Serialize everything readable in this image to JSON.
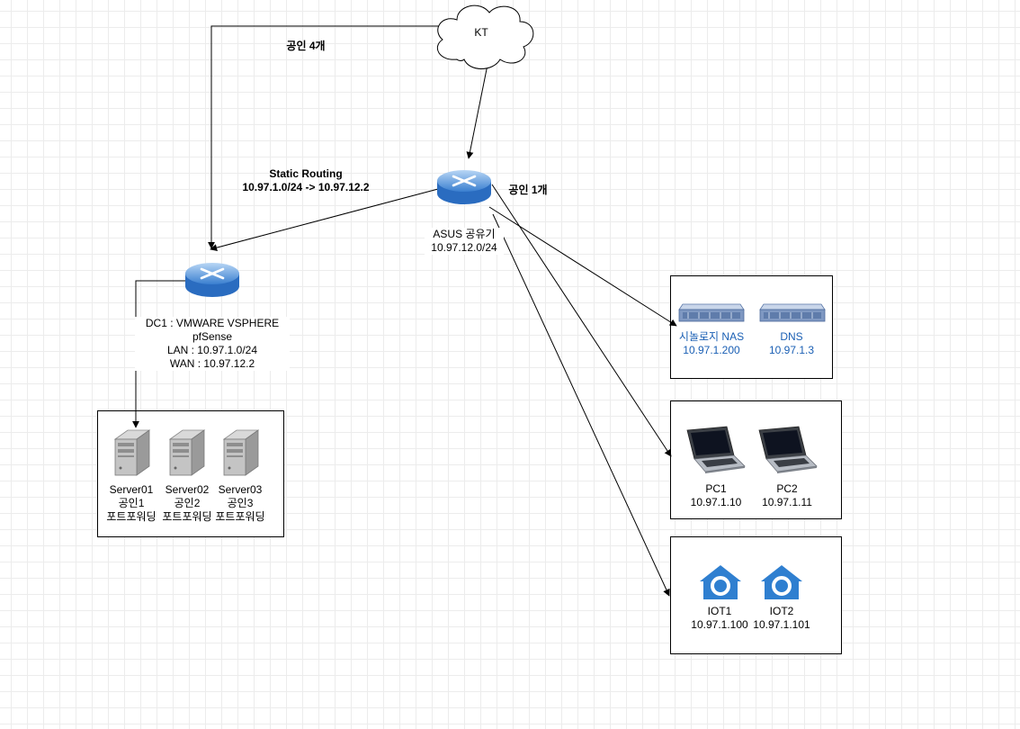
{
  "cloud": {
    "label": "KT"
  },
  "links": {
    "public4": "공인 4개",
    "public1": "공인 1개",
    "static_title": "Static Routing",
    "static_route": "10.97.1.0/24 ->  10.97.12.2"
  },
  "asus": {
    "name": "ASUS 공유기",
    "subnet": "10.97.12.0/24"
  },
  "dc1": {
    "line1": "DC1 : VMWARE VSPHERE",
    "line2": "pfSense",
    "line3": "LAN : 10.97.1.0/24",
    "line4": "WAN : 10.97.12.2"
  },
  "servers": [
    {
      "name": "Server01",
      "public": "공인1",
      "note": "포트포워딩"
    },
    {
      "name": "Server02",
      "public": "공인2",
      "note": "포트포워딩"
    },
    {
      "name": "Server03",
      "public": "공인3",
      "note": "포트포워딩"
    }
  ],
  "storage": [
    {
      "name": "시놀로지 NAS",
      "ip": "10.97.1.200"
    },
    {
      "name": "DNS",
      "ip": "10.97.1.3"
    }
  ],
  "pcs": [
    {
      "name": "PC1",
      "ip": "10.97.1.10"
    },
    {
      "name": "PC2",
      "ip": "10.97.1.11"
    }
  ],
  "iot": [
    {
      "name": "IOT1",
      "ip": "10.97.1.100"
    },
    {
      "name": "IOT2",
      "ip": "10.97.1.101"
    }
  ],
  "colors": {
    "device_label": "#1a5fb4",
    "router": "#3a7fd0",
    "iot": "#2f7fd0"
  },
  "icons": [
    "cloud-icon",
    "router-icon",
    "server-tower-icon",
    "rack-server-icon",
    "laptop-icon",
    "iot-home-icon"
  ]
}
